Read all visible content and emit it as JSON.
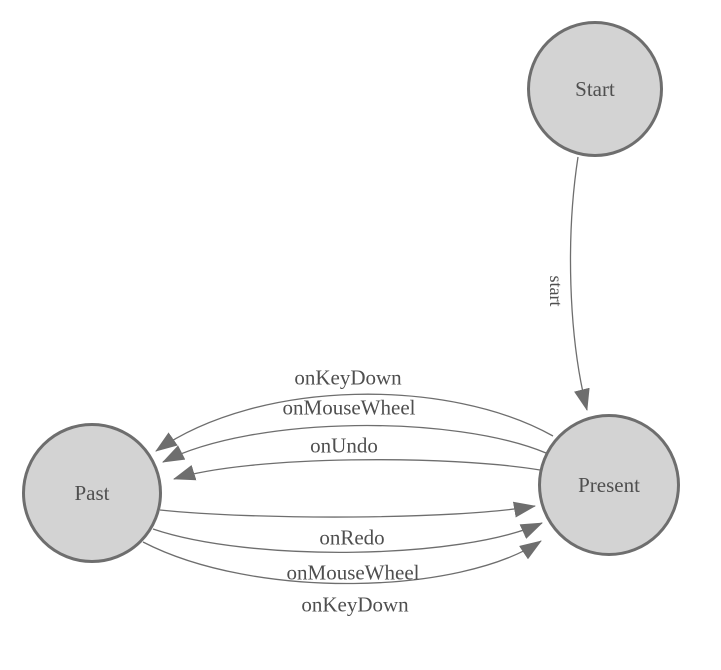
{
  "diagram": {
    "type": "state-machine",
    "background_color": "#ffffff",
    "node_fill_color": "#d3d3d3",
    "node_border_color": "#6e6e6e",
    "edge_color": "#6e6e6e",
    "text_color": "#4f4f4f",
    "nodes": [
      {
        "id": "start",
        "label": "Start"
      },
      {
        "id": "present",
        "label": "Present"
      },
      {
        "id": "past",
        "label": "Past"
      }
    ],
    "edges": [
      {
        "from": "start",
        "to": "present",
        "label": "start",
        "label_orientation": "vertical"
      },
      {
        "from": "present",
        "to": "past",
        "label": "onKeyDown"
      },
      {
        "from": "present",
        "to": "past",
        "label": "onMouseWheel"
      },
      {
        "from": "present",
        "to": "past",
        "label": "onUndo"
      },
      {
        "from": "past",
        "to": "present",
        "label": "onRedo"
      },
      {
        "from": "past",
        "to": "present",
        "label": "onMouseWheel"
      },
      {
        "from": "past",
        "to": "present",
        "label": "onKeyDown"
      }
    ]
  }
}
